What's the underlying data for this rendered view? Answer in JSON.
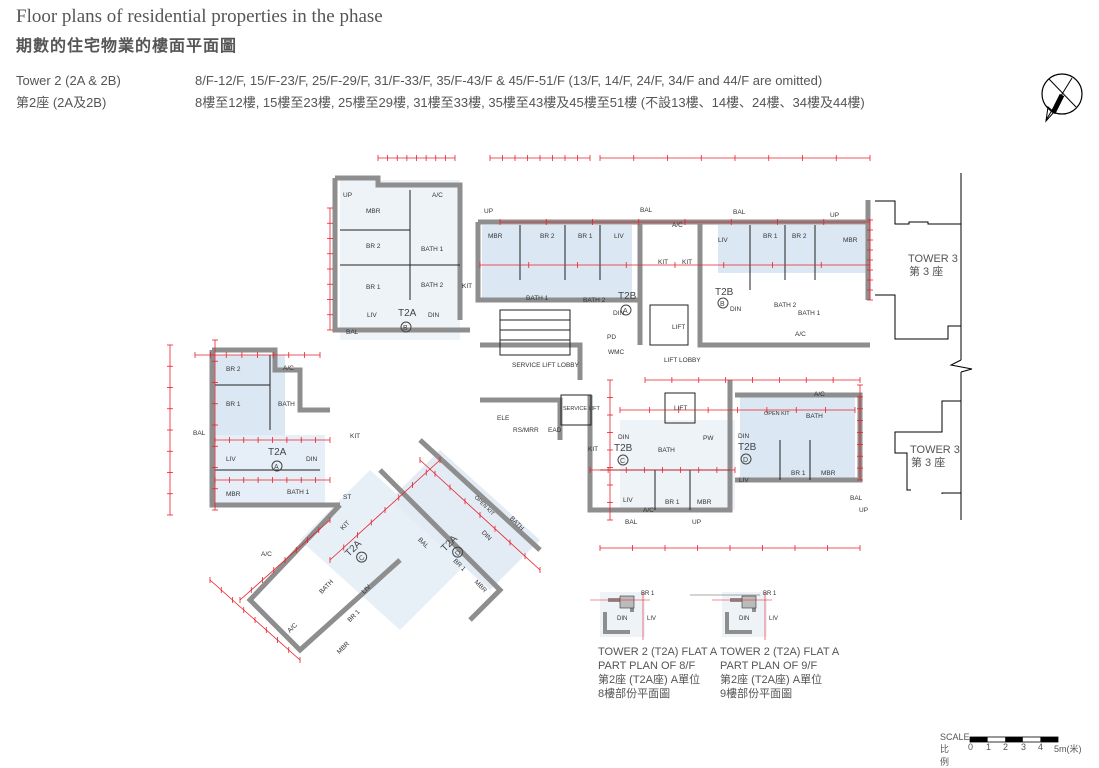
{
  "header": {
    "title_en": "Floor plans of residential properties in the phase",
    "title_zh": "期數的住宅物業的樓面平面圖",
    "tower_en": "Tower 2 (2A & 2B)",
    "tower_zh": "第2座 (2A及2B)",
    "floors_en": "8/F-12/F, 15/F-23/F, 25/F-29/F, 31/F-33/F, 35/F-43/F & 45/F-51/F (13/F, 14/F, 24/F, 34/F and 44/F are omitted)",
    "floors_zh": "8樓至12樓, 15樓至23樓, 25樓至29樓, 31樓至33樓, 35樓至43樓及45樓至51樓 (不設13樓、14樓、24樓、34樓及44樓)"
  },
  "compass": {
    "icon": "north-arrow-icon"
  },
  "neighbour": {
    "tower_en": "TOWER 3",
    "tower_zh": "第 3 座"
  },
  "units": {
    "t2a_b": {
      "code": "T2A",
      "flat": "B",
      "rooms": [
        "MBR",
        "BR 2",
        "BR 1",
        "BATH 1",
        "BATH 2",
        "KIT",
        "LIV",
        "DIN",
        "A/C",
        "UP",
        "BAL"
      ]
    },
    "t2a_a": {
      "code": "T2A",
      "flat": "A",
      "rooms": [
        "BR 2",
        "BR 1",
        "BATH",
        "LIV",
        "DIN",
        "MBR",
        "BATH 1",
        "ST",
        "KIT",
        "BAL",
        "A/C",
        "A/C"
      ]
    },
    "t2b_a": {
      "code": "T2B",
      "flat": "A",
      "rooms": [
        "MBR",
        "BR 2",
        "BR 1",
        "LIV",
        "BATH 1",
        "BATH 2",
        "DIN",
        "KIT",
        "BAL",
        "UP",
        "A/C"
      ]
    },
    "t2b_b": {
      "code": "T2B",
      "flat": "B",
      "rooms": [
        "LIV",
        "BR 1",
        "BR 2",
        "MBR",
        "DIN",
        "BATH 2",
        "BATH 1",
        "A/C",
        "BAL",
        "UP",
        "KIT"
      ]
    },
    "t2b_c": {
      "code": "T2B",
      "flat": "C",
      "rooms": [
        "DIN",
        "KIT",
        "BATH",
        "LIV",
        "BR 1",
        "MBR",
        "BAL",
        "A/C",
        "UP",
        "PW"
      ]
    },
    "t2b_d": {
      "code": "T2B",
      "flat": "D",
      "rooms": [
        "DIN",
        "LIV",
        "BR 1",
        "MBR",
        "BATH",
        "OPEN KIT",
        "A/C",
        "BAL",
        "UP"
      ]
    },
    "t2a_c": {
      "code": "T2A",
      "flat": "C",
      "rooms": [
        "LIV",
        "BR 1",
        "MBR",
        "BATH",
        "A/C",
        "KIT"
      ]
    },
    "t2a_d": {
      "code": "T2A",
      "flat": "D",
      "rooms": [
        "DIN",
        "OPEN KIT",
        "BATH",
        "BAL",
        "MBR",
        "BR 1"
      ]
    }
  },
  "common": {
    "service_lift_lobby": "SERVICE LIFT LOBBY",
    "lift_lobby": "LIFT LOBBY",
    "lift": "LIFT",
    "service_lift": "SERVICE LIFT",
    "pd": "PD",
    "wmc": "WMC",
    "ele": "ELE",
    "rsmrr": "RS/MRR",
    "ead": "EAD"
  },
  "part_plans": [
    {
      "title_en_1": "TOWER 2 (T2A) FLAT A",
      "title_en_2": "PART PLAN OF 8/F",
      "title_zh_1": "第2座 (T2A座) A單位",
      "title_zh_2": "8樓部份平面圖",
      "rooms": [
        "BR 1",
        "LIV",
        "DIN"
      ]
    },
    {
      "title_en_1": "TOWER 2 (T2A) FLAT A",
      "title_en_2": "PART PLAN OF 9/F",
      "title_zh_1": "第2座 (T2A座) A單位",
      "title_zh_2": "9樓部份平面圖",
      "rooms": [
        "BR 1",
        "LIV",
        "DIN"
      ]
    }
  ],
  "scale": {
    "label_en": "SCALE",
    "label_zh": "比例",
    "ticks": [
      "0",
      "1",
      "2",
      "3",
      "4",
      "5m(米)"
    ]
  },
  "colors": {
    "dimension": "#e8202a",
    "wall": "#9c9c9c",
    "unit_fill": "#dbe8f3"
  }
}
